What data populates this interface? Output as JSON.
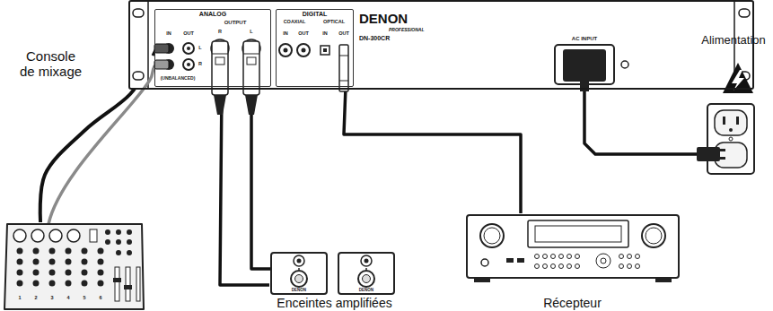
{
  "diagram": {
    "nodes": [
      {
        "text": [
          "Console de mixage"
        ]
      },
      {
        "text": [
          "DENON",
          "PROFESSIONAL",
          "DN-300CR"
        ]
      },
      {
        "text": [
          "ANALOG"
        ],
        "in": 1
      },
      {
        "text": [
          "DIGITAL"
        ],
        "in": 1
      },
      {
        "text": [
          "Alimentation"
        ]
      },
      {
        "text": [
          "Enceintes amplifiées"
        ]
      },
      {
        "text": [
          "Récepteur"
        ]
      }
    ],
    "edges": [
      {
        "from": 0,
        "to": 2,
        "arrow": "none"
      },
      {
        "from": 2,
        "to": 5,
        "arrow": "none"
      },
      {
        "from": 3,
        "to": 6,
        "arrow": "none"
      },
      {
        "from": 1,
        "to": 4,
        "arrow": "none"
      }
    ],
    "labels": [
      "IN",
      "OUT",
      "L",
      "R",
      "(UNBALANCED)",
      "OUTPUT",
      "R",
      "L",
      "COAXIAL",
      "IN",
      "OUT",
      "OPTICAL",
      "IN",
      "OUT",
      "AC INPUT",
      "DENON",
      "DENON",
      "1",
      "2",
      "3",
      "4",
      "5",
      "6"
    ]
  }
}
